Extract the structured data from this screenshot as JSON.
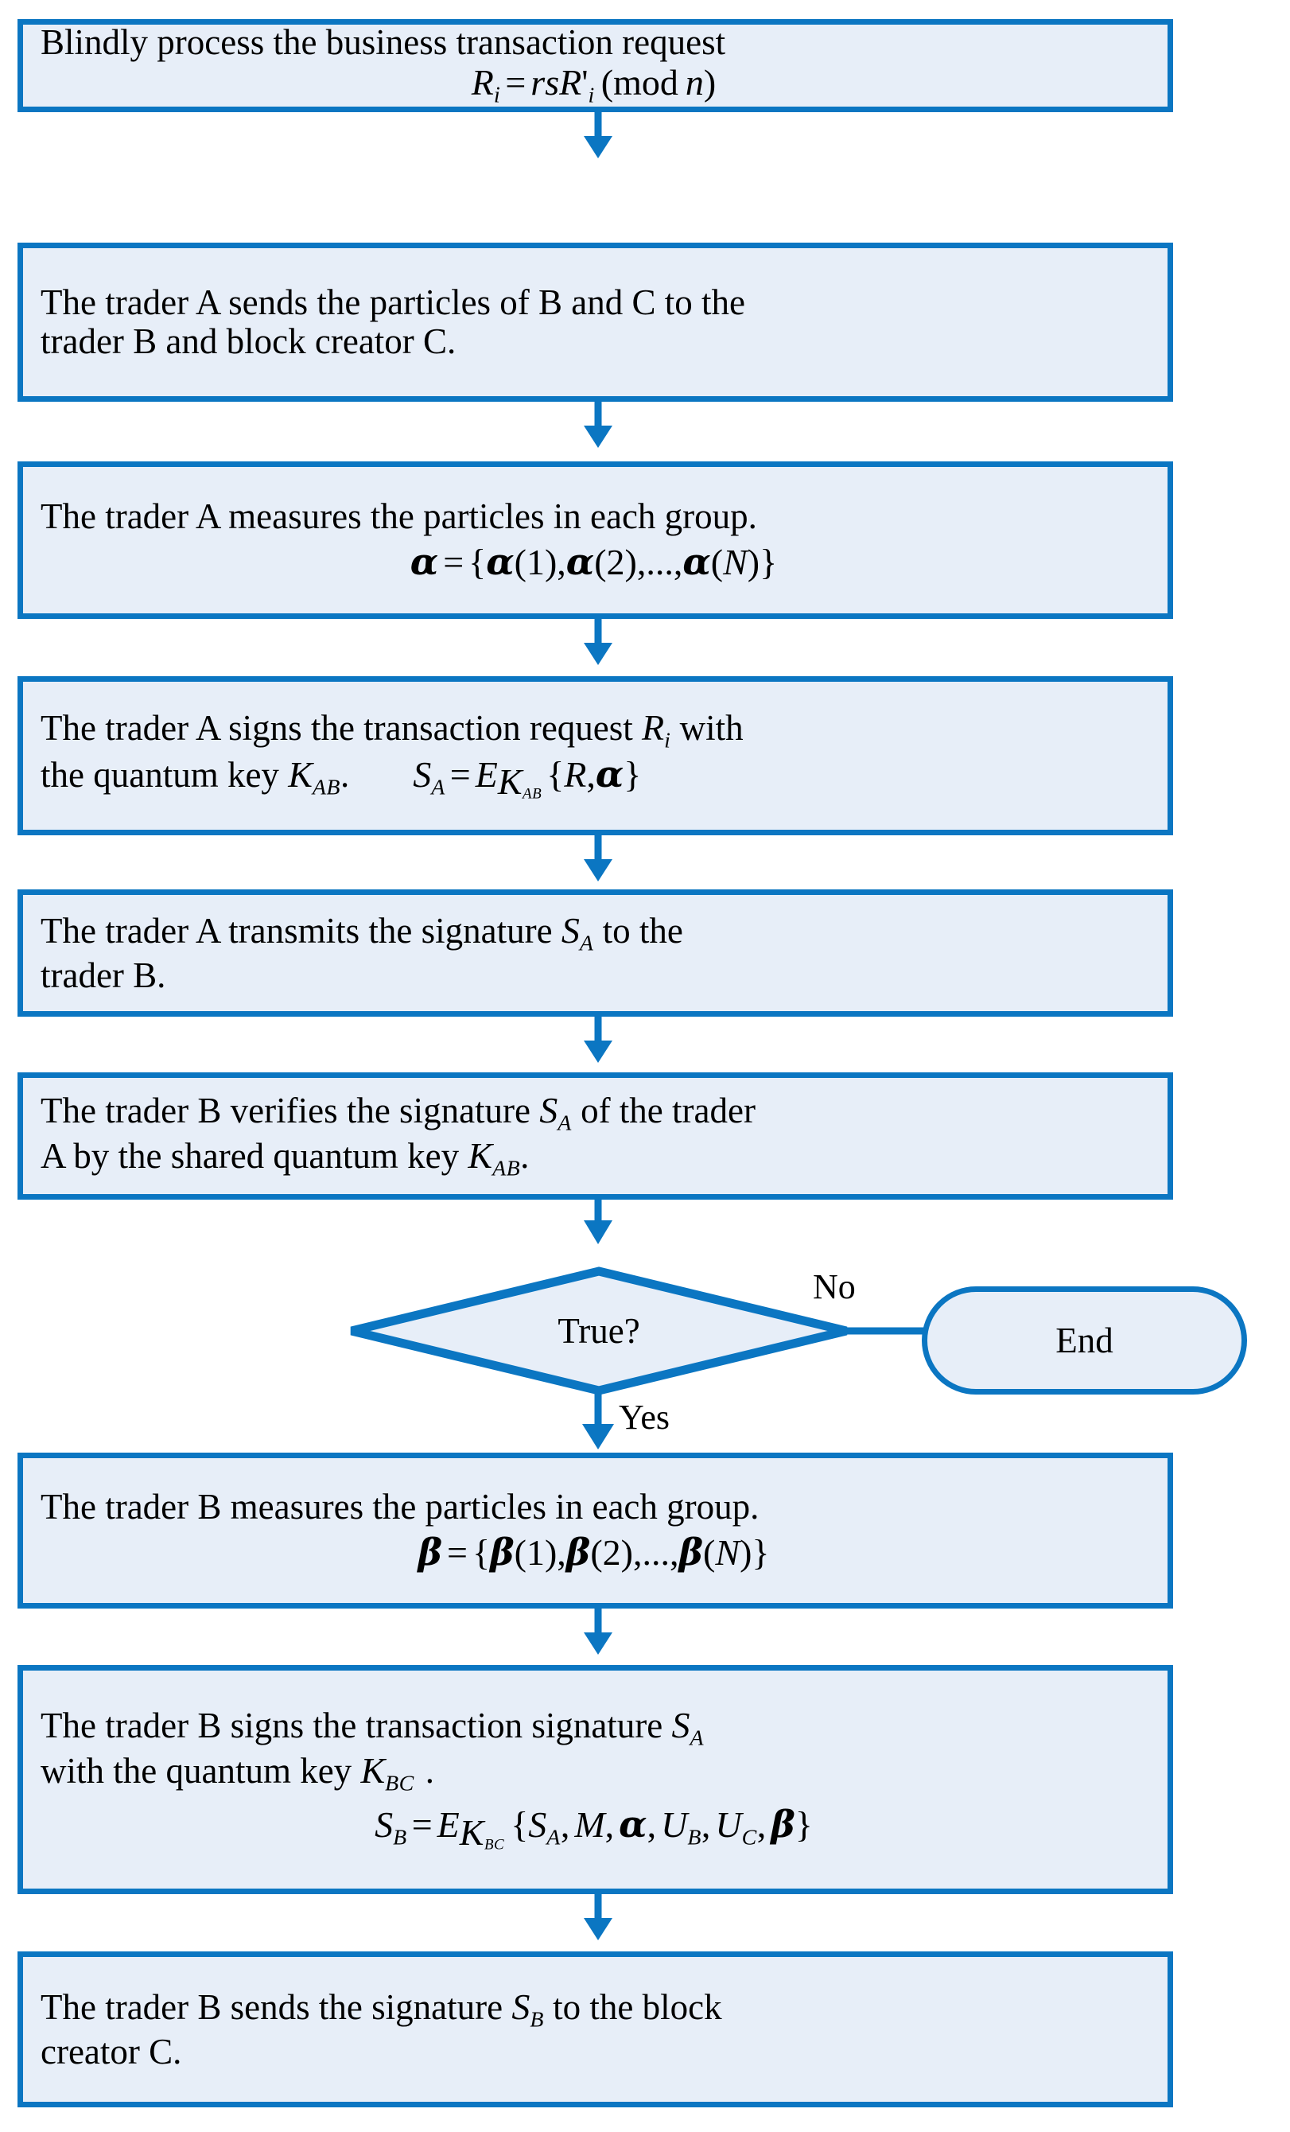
{
  "diagram": {
    "title": "Quantum blockchain transaction signing flowchart",
    "colors": {
      "node_border": "#0b76c2",
      "node_fill": "#e7eef8",
      "connector": "#0b76c2",
      "text": "#000000",
      "background": "#ffffff"
    },
    "nodes": [
      {
        "id": "blind-process",
        "shape": "process",
        "line1": "Blindly process the business transaction request",
        "formula_text": "R i = rsR' i (mod n)"
      },
      {
        "id": "send-particles",
        "shape": "process",
        "line1": "The trader A sends the particles of B and C to the",
        "line2": "trader B and block creator C."
      },
      {
        "id": "a-measures",
        "shape": "process",
        "line1": "The trader A measures the particles in each group.",
        "formula_text": "alpha = { alpha(1), alpha(2),..., alpha(N) }"
      },
      {
        "id": "a-signs",
        "shape": "process",
        "line1_a": "The trader A signs the transaction request ",
        "line1_b": " with",
        "line2_a": "the quantum key ",
        "line2_b": ".",
        "formula_text": "S A = E K_AB { R, alpha }"
      },
      {
        "id": "a-transmits",
        "shape": "process",
        "line1_a": "The trader A transmits the signature ",
        "line1_b": " to the",
        "line2": "trader B."
      },
      {
        "id": "b-verifies",
        "shape": "process",
        "line1_a": "The trader B verifies the signature ",
        "line1_b": " of the trader",
        "line2_a": "A by the shared quantum key ",
        "line2_b": "."
      },
      {
        "id": "true-decision",
        "shape": "decision",
        "label": "True?"
      },
      {
        "id": "end",
        "shape": "terminator",
        "label": "End"
      },
      {
        "id": "b-measures",
        "shape": "process",
        "line1": "The trader B measures the particles in each group.",
        "formula_text": "beta = { beta(1), beta(2),..., beta(N) }"
      },
      {
        "id": "b-signs",
        "shape": "process",
        "line1_a": "The trader B signs the transaction signature ",
        "line2_a": "with the quantum key ",
        "line2_b": ".",
        "formula_text": "S B = E K_BC { S A, M, alpha, U B, U C, beta }"
      },
      {
        "id": "b-sends",
        "shape": "process",
        "line1_a": "The trader B sends the signature ",
        "line1_b": " to the block",
        "line2": "creator C."
      }
    ],
    "edge_labels": {
      "no": "No",
      "yes": "Yes"
    },
    "symbols": {
      "R": "R",
      "i": "i",
      "r": "r",
      "s": "s",
      "n": "n",
      "N": "N",
      "M": "M",
      "E": "E",
      "K": "K",
      "S": "S",
      "U": "U",
      "A": "A",
      "B": "B",
      "C": "C",
      "AB": "AB",
      "BC": "BC",
      "alpha": "α",
      "beta": "β",
      "eq": "=",
      "mod": "mod",
      "prime": "'",
      "lparen": "(",
      "rparen": ")",
      "lbrace": "{",
      "rbrace": "}",
      "comma": ",",
      "ellipsis": "...",
      "period": "."
    }
  }
}
